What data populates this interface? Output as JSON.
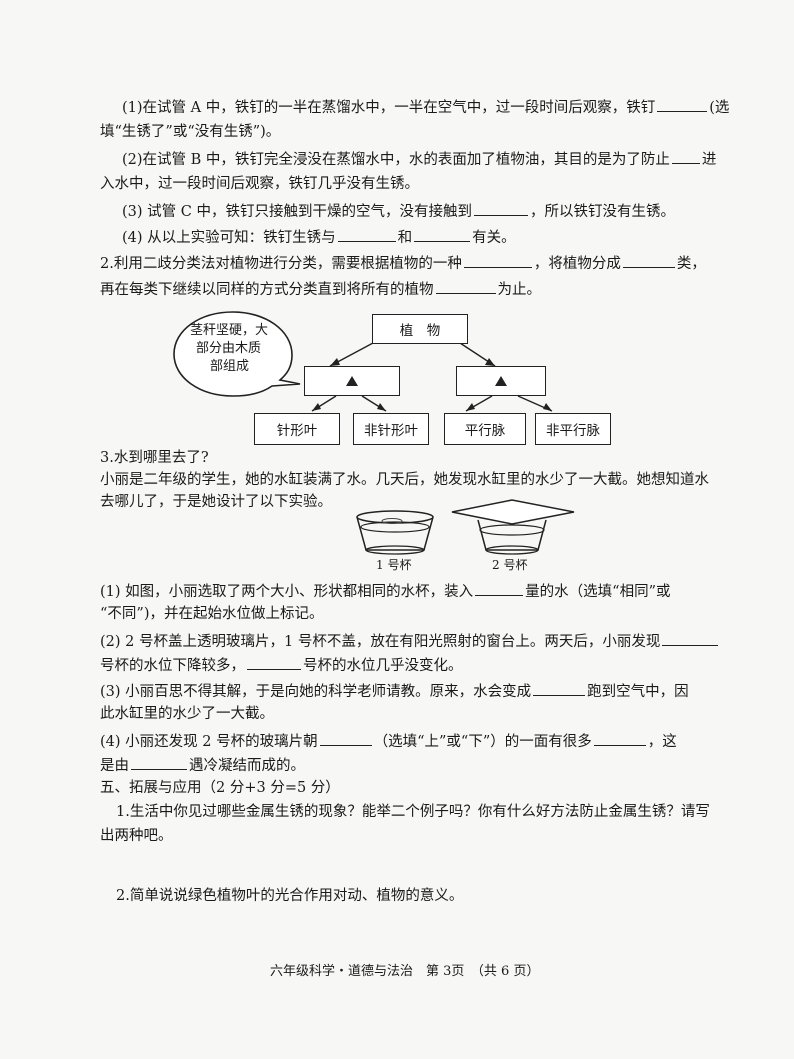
{
  "q1": {
    "p1_a": "(1)在试管 A 中，铁钉的一半在蒸馏水中，一半在空气中，过一段时间后观察，铁钉",
    "p1_b": "(选",
    "p1_c": "填“生锈了”或“没有生锈”)。",
    "p2_a": "(2)在试管 B 中，铁钉完全浸没在蒸馏水中，水的表面加了植物油，其目的是为了防止",
    "p2_b": "进",
    "p2_c": "入水中，过一段时间后观察，铁钉几乎没有生锈。",
    "p3_a": "(3) 试管 C 中，铁钉只接触到干燥的空气，没有接触到",
    "p3_b": "，所以铁钉没有生锈。",
    "p4_a": "(4) 从以上实验可知：铁钉生锈与",
    "p4_b": "和",
    "p4_c": "有关。"
  },
  "q2": {
    "l1_a": "2.利用二歧分类法对植物进行分类，需要根据植物的一种",
    "l1_b": "，将植物分成",
    "l1_c": "类，",
    "l2_a": "再在每类下继续以同样的方式分类直到将所有的植物",
    "l2_b": "为止。",
    "diagram": {
      "bubble_1": "茎秆坚硬，大",
      "bubble_2": "部分由木质",
      "bubble_3": "部组成",
      "root": "植　物",
      "leaf_1": "针形叶",
      "leaf_2": "非针形叶",
      "leaf_3": "平行脉",
      "leaf_4": "非平行脉"
    }
  },
  "q3": {
    "title": "3.水到哪里去了?",
    "intro_1": "小丽是二年级的学生，她的水缸装满了水。几天后，她发现水缸里的水少了一大截。她想知道水",
    "intro_2": "去哪儿了，于是她设计了以下实验。",
    "cup_1": "1 号杯",
    "cup_2": "2 号杯",
    "s1_a": "(1) 如图，小丽选取了两个大小、形状都相同的水杯，装入",
    "s1_b": "量的水（选填“相同”或",
    "s1_c": "“不同”)，并在起始水位做上标记。",
    "s2_a": "(2) 2 号杯盖上透明玻璃片，1 号杯不盖，放在有阳光照射的窗台上。两天后，小丽发现",
    "s2_b_1": "号杯的水位下降较多，",
    "s2_b_2": "号杯的水位几乎没变化。",
    "s3_a": "(3) 小丽百思不得其解，于是向她的科学老师请教。原来，水会变成",
    "s3_b": "跑到空气中，因",
    "s3_c": "此水缸里的水少了一大截。",
    "s4_a": "(4) 小丽还发现 2 号杯的玻璃片朝",
    "s4_b": "（选填“上”或“下”）的一面有很多",
    "s4_c": "，这",
    "s4_d_1": "是由",
    "s4_d_2": "遇冷凝结而成的。"
  },
  "sec5": {
    "title": "五、拓展与应用（2 分+3 分=5 分）",
    "q1_a": "1.生活中你见过哪些金属生锈的现象？能举二个例子吗？你有什么好方法防止金属生锈？请写",
    "q1_b": "出两种吧。",
    "q2": "2.简单说说绿色植物叶的光合作用对动、植物的意义。"
  },
  "footer": "六年级科学・道德与法治　第 3页　（共 6 页）"
}
